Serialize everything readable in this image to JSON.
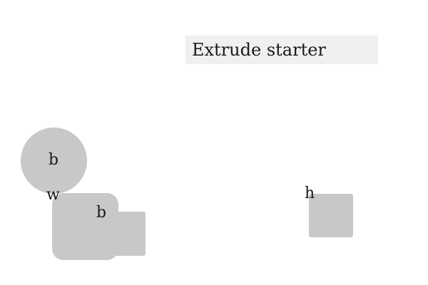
{
  "header": {
    "title": "Extrude starter"
  },
  "shapes": {
    "circle_label": "b",
    "group_top_label": "w",
    "group_inner_label": "b",
    "square_label": "h"
  },
  "colors": {
    "background": "#ffffff",
    "title_box": "#f0f0f0",
    "shape_fill": "#c8c8c8",
    "text": "#1a1a1a"
  }
}
